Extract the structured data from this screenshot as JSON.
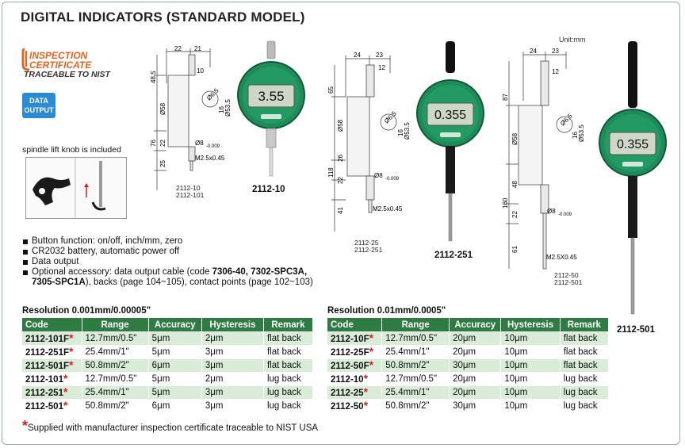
{
  "title": "DIGITAL INDICATORS (STANDARD MODEL)",
  "unit": "Unit:mm",
  "certificate": {
    "line1": "INSPECTION",
    "line2": "CERTIFICATE",
    "nist": "TRACEABLE TO NIST"
  },
  "data_output": {
    "line1": "DATA",
    "line2": "OUTPUT"
  },
  "spindle_lift": "spindle lift knob is included",
  "features": [
    "Button function: on/off, inch/mm, zero",
    "CR2032 battery, automatic power off",
    "Data output"
  ],
  "accessory": {
    "p1": "Optional accessory: data output cable (code ",
    "b1": "7306-40, 7302-SPC3A,",
    "b2": "7305-SPC1A",
    "p2": "), backs (page 104~105), contact points (page 102~103)"
  },
  "tables": {
    "left": {
      "label": "Resolution 0.001mm/0.00005\"",
      "headers": [
        "Code",
        "Range",
        "Accuracy",
        "Hysteresis",
        "Remark"
      ],
      "rows": [
        {
          "code": "2112-101F",
          "range": "12.7mm/0.5\"",
          "accuracy": "5μm",
          "hysteresis": "2μm",
          "remark": "flat back"
        },
        {
          "code": "2112-251F",
          "range": "25.4mm/1\"",
          "accuracy": "5μm",
          "hysteresis": "3μm",
          "remark": "flat back"
        },
        {
          "code": "2112-501F",
          "range": "50.8mm/2\"",
          "accuracy": "6μm",
          "hysteresis": "3μm",
          "remark": "flat back"
        },
        {
          "code": "2112-101",
          "range": "12.7mm/0.5\"",
          "accuracy": "5μm",
          "hysteresis": "2μm",
          "remark": "lug back"
        },
        {
          "code": "2112-251",
          "range": "25.4mm/1\"",
          "accuracy": "5μm",
          "hysteresis": "3μm",
          "remark": "lug back"
        },
        {
          "code": "2112-501",
          "range": "50.8mm/2\"",
          "accuracy": "6μm",
          "hysteresis": "3μm",
          "remark": "lug back"
        }
      ]
    },
    "right": {
      "label": "Resolution 0.01mm/0.0005\"",
      "headers": [
        "Code",
        "Range",
        "Accuracy",
        "Hysteresis",
        "Remark"
      ],
      "rows": [
        {
          "code": "2112-10F",
          "range": "12.7mm/0.5\"",
          "accuracy": "20μm",
          "hysteresis": "10μm",
          "remark": "flat back"
        },
        {
          "code": "2112-25F",
          "range": "25.4mm/1\"",
          "accuracy": "20μm",
          "hysteresis": "10μm",
          "remark": "flat back"
        },
        {
          "code": "2112-50F",
          "range": "50.8mm/2\"",
          "accuracy": "30μm",
          "hysteresis": "10μm",
          "remark": "flat back"
        },
        {
          "code": "2112-10",
          "range": "12.7mm/0.5\"",
          "accuracy": "20μm",
          "hysteresis": "10μm",
          "remark": "lug back"
        },
        {
          "code": "2112-25",
          "range": "25.4mm/1\"",
          "accuracy": "20μm",
          "hysteresis": "10μm",
          "remark": "lug back"
        },
        {
          "code": "2112-50",
          "range": "50.8mm/2\"",
          "accuracy": "30μm",
          "hysteresis": "10μm",
          "remark": "lug back"
        }
      ]
    }
  },
  "star_symbol": "*",
  "footnote": "Supplied with manufacturer inspection certificate traceable to NIST USA",
  "models": {
    "m1": {
      "label": "2112-10",
      "display": "3.55",
      "drawing_codes": [
        "2112-10",
        "2112-101"
      ]
    },
    "m2": {
      "label": "2112-251",
      "display": "0.355",
      "drawing_codes": [
        "2112-25",
        "2112-251"
      ]
    },
    "m3": {
      "label": "2112-501",
      "display": "0.355",
      "drawing_codes": [
        "2112-50",
        "2112-501"
      ]
    }
  },
  "dims": {
    "d1": {
      "top_a": "22",
      "top_b": "21",
      "side_a": "10",
      "h1": "48.5",
      "h2": "76",
      "h3": "22",
      "h4": "25",
      "dia1": "Ø58",
      "dia2": "Ø6.5",
      "w1": "16",
      "dia3": "Ø53.5",
      "stem": "Ø8",
      "tol": "-0.009",
      "thread": "M2.5x0.45"
    },
    "d2": {
      "top_a": "24",
      "top_b": "23",
      "side_a": "12",
      "h1": "65",
      "h2": "118",
      "h3": "26",
      "h4": "22",
      "h5": "41",
      "dia1": "Ø58",
      "dia2": "Ø6.5",
      "w1": "16",
      "dia3": "Ø53.5",
      "stem": "Ø8",
      "tol": "-0.009",
      "thread": "M2.5x0.45"
    },
    "d3": {
      "top_a": "24",
      "top_b": "23",
      "side_a": "12",
      "h1": "87",
      "h2": "160",
      "h3": "48",
      "h4": "22",
      "h5": "61",
      "dia1": "Ø58",
      "dia2": "Ø6.5",
      "w1": "16",
      "dia3": "Ø53.5",
      "stem": "Ø8",
      "tol": "-0.009",
      "thread": "M2.5X0.45"
    }
  },
  "colors": {
    "header_green": "#2e7b44",
    "row_green": "#d9ecd7",
    "star_red": "#d41e1e",
    "dial_green": "#1f8a5a",
    "lcd": "#cfd8c8",
    "cert_orange": "#e8641e",
    "data_blue": "#2b8bd6"
  }
}
